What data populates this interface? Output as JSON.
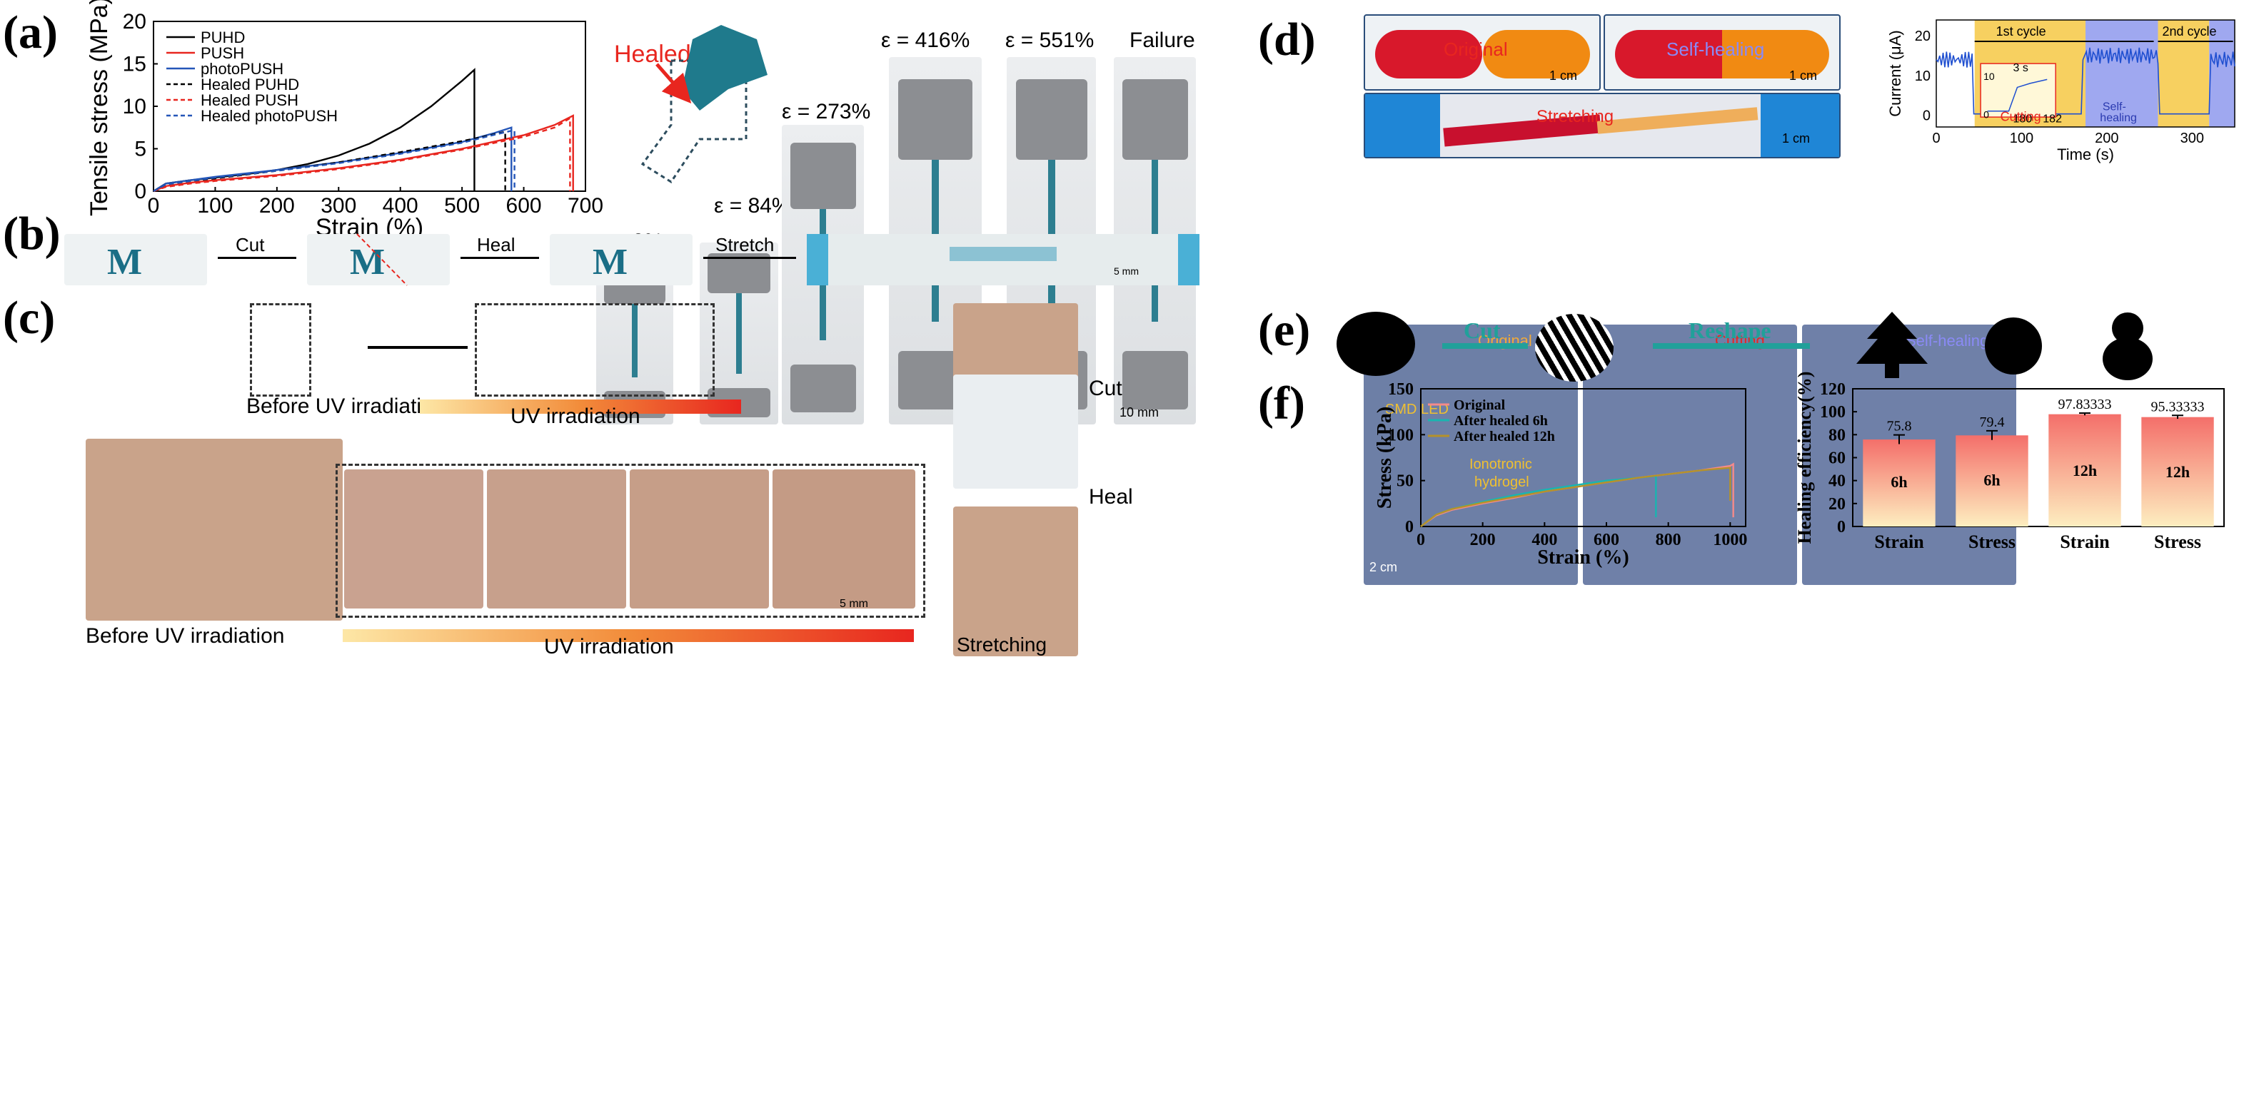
{
  "panels": {
    "a": "(a)",
    "b": "(b)",
    "c": "(c)",
    "d": "(d)",
    "e": "(e)",
    "f": "(f)"
  },
  "panel_a": {
    "healed_label": "Healed",
    "strain_labels": [
      "ε = 0%",
      "ε = 84%",
      "ε = 273%",
      "ε = 416%",
      "ε = 551%",
      "Failure"
    ],
    "scale": "10 mm"
  },
  "panel_b": {
    "steps": [
      "Cut",
      "Heal",
      "Stretch"
    ],
    "scale": "5 mm"
  },
  "panel_c": {
    "before_top": "Before UV irradiation",
    "uv_top": "UV irradiation",
    "before_bottom": "Before UV irradiation",
    "uv_bottom": "UV irradiation",
    "scale": "5 mm",
    "cut": "Cut",
    "heal": "Heal",
    "stretching": "Stretching"
  },
  "panel_d": {
    "original": "Original",
    "self_healing": "Self-healing",
    "stretching": "Stretching",
    "scale_1cm": "1 cm",
    "led_labels": {
      "original": "Original",
      "cutting": "Cutting",
      "self_healing": "Self-healing",
      "smd": "SMD LED",
      "iono1": "Ionotronic",
      "iono2": "hydrogel",
      "scale": "2 cm"
    }
  },
  "panel_e": {
    "cut": "Cut",
    "reshape": "Reshape"
  },
  "chart_data": [
    {
      "id": "a-tensile",
      "type": "line",
      "xlabel": "Strain (%)",
      "ylabel": "Tensile stress (MPa)",
      "xlim": [
        0,
        700
      ],
      "ylim": [
        0,
        20
      ],
      "xticks": [
        0,
        100,
        200,
        300,
        400,
        500,
        600,
        700
      ],
      "yticks": [
        0,
        5,
        10,
        15,
        20
      ],
      "legend_position": "top-left",
      "series": [
        {
          "name": "PUHD",
          "color": "#000000",
          "dash": false,
          "x": [
            0,
            20,
            60,
            100,
            150,
            200,
            250,
            300,
            350,
            400,
            450,
            500,
            520,
            520
          ],
          "y": [
            0,
            0.9,
            1.3,
            1.6,
            2.0,
            2.5,
            3.2,
            4.2,
            5.6,
            7.5,
            10.0,
            13.0,
            14.3,
            0
          ]
        },
        {
          "name": "PUSH",
          "color": "#e8261f",
          "dash": false,
          "x": [
            0,
            20,
            60,
            100,
            200,
            300,
            400,
            500,
            550,
            600,
            650,
            680,
            680
          ],
          "y": [
            0,
            0.6,
            1.0,
            1.3,
            1.9,
            2.7,
            3.7,
            5.0,
            5.8,
            6.6,
            7.8,
            8.9,
            0
          ]
        },
        {
          "name": "photoPUSH",
          "color": "#2456b8",
          "dash": false,
          "x": [
            0,
            20,
            60,
            100,
            200,
            300,
            400,
            500,
            550,
            580,
            580
          ],
          "y": [
            0,
            0.9,
            1.3,
            1.7,
            2.5,
            3.4,
            4.5,
            5.8,
            6.8,
            7.5,
            0
          ]
        },
        {
          "name": "Healed PUHD",
          "color": "#000000",
          "dash": true,
          "x": [
            0,
            20,
            60,
            100,
            200,
            300,
            400,
            500,
            540,
            570,
            570
          ],
          "y": [
            0,
            0.8,
            1.2,
            1.5,
            2.4,
            3.4,
            4.6,
            5.9,
            6.5,
            7.0,
            0
          ]
        },
        {
          "name": "Healed PUSH",
          "color": "#e8261f",
          "dash": true,
          "x": [
            0,
            20,
            60,
            100,
            200,
            300,
            400,
            500,
            600,
            650,
            675,
            675
          ],
          "y": [
            0,
            0.5,
            0.9,
            1.2,
            1.8,
            2.6,
            3.6,
            4.9,
            6.4,
            7.5,
            8.6,
            0
          ]
        },
        {
          "name": "Healed photoPUSH",
          "color": "#2456b8",
          "dash": true,
          "x": [
            0,
            20,
            60,
            100,
            200,
            300,
            400,
            500,
            550,
            585,
            585
          ],
          "y": [
            0,
            0.8,
            1.2,
            1.6,
            2.4,
            3.3,
            4.4,
            5.7,
            6.6,
            7.2,
            0
          ]
        }
      ]
    },
    {
      "id": "d-current",
      "type": "line",
      "xlabel": "Time (s)",
      "ylabel": "Current (μA)",
      "xlim": [
        0,
        350
      ],
      "ylim": [
        -3,
        24
      ],
      "xticks": [
        0,
        100,
        200,
        300
      ],
      "yticks": [
        0,
        10,
        20
      ],
      "annotations": {
        "first": "1st cycle",
        "second": "2nd cycle",
        "cutting": "Cutting",
        "self1": "Self-",
        "self2": "healing",
        "inset_time": "3 s",
        "inset_x1": "180",
        "inset_x2": "182",
        "inset_y1": "10",
        "inset_y0": "0"
      },
      "series": [
        {
          "name": "",
          "x": [
            0,
            40,
            45,
            170,
            175,
            260,
            265,
            350
          ],
          "y": [
            14,
            16,
            0,
            0,
            15,
            15,
            0,
            14
          ]
        }
      ]
    },
    {
      "id": "f-stress",
      "type": "line",
      "xlabel": "Strain (%)",
      "ylabel": "Stress (kPa)",
      "xlim": [
        0,
        1050
      ],
      "ylim": [
        0,
        150
      ],
      "xticks": [
        0,
        200,
        400,
        600,
        800,
        1000
      ],
      "yticks": [
        0,
        50,
        100,
        150
      ],
      "legend_position": "top-left",
      "series": [
        {
          "name": "Original",
          "color": "#f58a8a",
          "x": [
            0,
            50,
            100,
            200,
            300,
            400,
            500,
            600,
            700,
            800,
            900,
            1000,
            1010,
            1010
          ],
          "y": [
            0,
            12,
            18,
            25,
            31,
            38,
            43,
            48,
            53,
            57,
            61,
            66,
            68,
            10
          ]
        },
        {
          "name": "After healed 6h",
          "color": "#19b5b0",
          "x": [
            0,
            50,
            100,
            200,
            300,
            400,
            500,
            600,
            700,
            760,
            760
          ],
          "y": [
            0,
            13,
            19,
            27,
            34,
            40,
            45,
            50,
            53,
            55,
            10
          ]
        },
        {
          "name": "After healed 12h",
          "color": "#b5922a",
          "x": [
            0,
            50,
            100,
            200,
            300,
            400,
            500,
            600,
            700,
            800,
            900,
            1000,
            1000
          ],
          "y": [
            0,
            13,
            19,
            26,
            32,
            38,
            43,
            48,
            53,
            57,
            61,
            64,
            28
          ]
        }
      ]
    },
    {
      "id": "f-efficiency",
      "type": "bar",
      "ylabel": "Healing efficiency(%)",
      "categories": [
        "Strain",
        "Stress",
        "Strain",
        "Stress"
      ],
      "values": [
        75.8,
        79.4,
        97.83333,
        95.33333
      ],
      "value_labels": [
        "75.8",
        "79.4",
        "97.83333",
        "95.33333"
      ],
      "bar_labels": [
        "6h",
        "6h",
        "12h",
        "12h"
      ],
      "errors": [
        4,
        4,
        1,
        1.5
      ],
      "ylim": [
        0,
        120
      ],
      "yticks": [
        0,
        20,
        40,
        60,
        80,
        100,
        120
      ]
    }
  ]
}
